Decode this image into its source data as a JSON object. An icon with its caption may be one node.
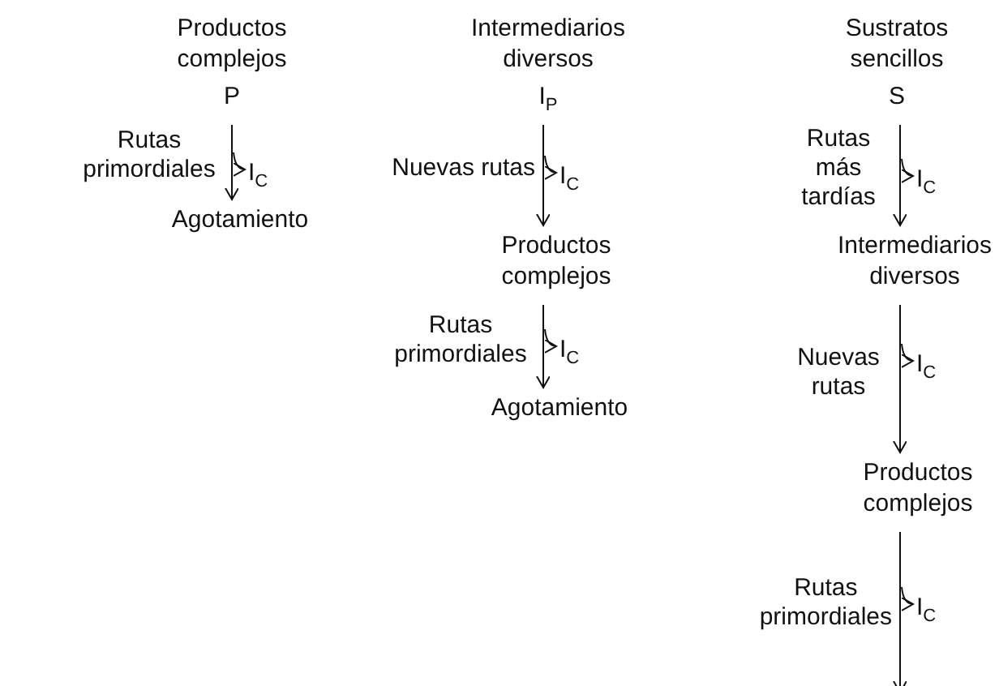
{
  "diagram": {
    "nodes": [
      {
        "text": [
          "Productos complejos",
          "P"
        ]
      },
      {
        "text": [
          "I$_{C}$"
        ]
      },
      {
        "text": [
          "Agotamiento"
        ]
      },
      {
        "text": [
          "Intermediarios diversos",
          "I$_{P}$"
        ]
      },
      {
        "text": [
          "I$_{C}$"
        ]
      },
      {
        "text": [
          "Productos complejos"
        ]
      },
      {
        "text": [
          "I$_{C}$"
        ]
      },
      {
        "text": [
          "Agotamiento"
        ]
      },
      {
        "text": [
          "Sustratos sencillos",
          "S"
        ]
      },
      {
        "text": [
          "I$_{C}$"
        ]
      },
      {
        "text": [
          "Intermediarios diversos"
        ]
      },
      {
        "text": [
          "I$_{C}$"
        ]
      },
      {
        "text": [
          "Productos complejos"
        ]
      },
      {
        "text": [
          "I$_{C}$"
        ]
      }
    ],
    "edges": [
      {
        "from": 0,
        "to": 2,
        "arrow": "to",
        "label": "Rutas primordiales"
      },
      {
        "from": null,
        "to": 1,
        "arrow": "to"
      },
      {
        "from": 3,
        "to": 5,
        "arrow": "to",
        "label": "Nuevas rutas"
      },
      {
        "from": null,
        "to": 4,
        "arrow": "to"
      },
      {
        "from": 5,
        "to": 7,
        "arrow": "to",
        "label": "Rutas primordiales"
      },
      {
        "from": null,
        "to": 6,
        "arrow": "to"
      },
      {
        "from": 8,
        "to": 10,
        "arrow": "to",
        "label": "Rutas más tardías"
      },
      {
        "from": null,
        "to": 9,
        "arrow": "to"
      },
      {
        "from": 10,
        "to": 12,
        "arrow": "to",
        "label": "Nuevas rutas"
      },
      {
        "from": null,
        "to": 11,
        "arrow": "to"
      },
      {
        "from": 12,
        "to": null,
        "arrow": "to",
        "label": "Rutas primordiales"
      },
      {
        "from": null,
        "to": 13,
        "arrow": "to"
      }
    ]
  }
}
